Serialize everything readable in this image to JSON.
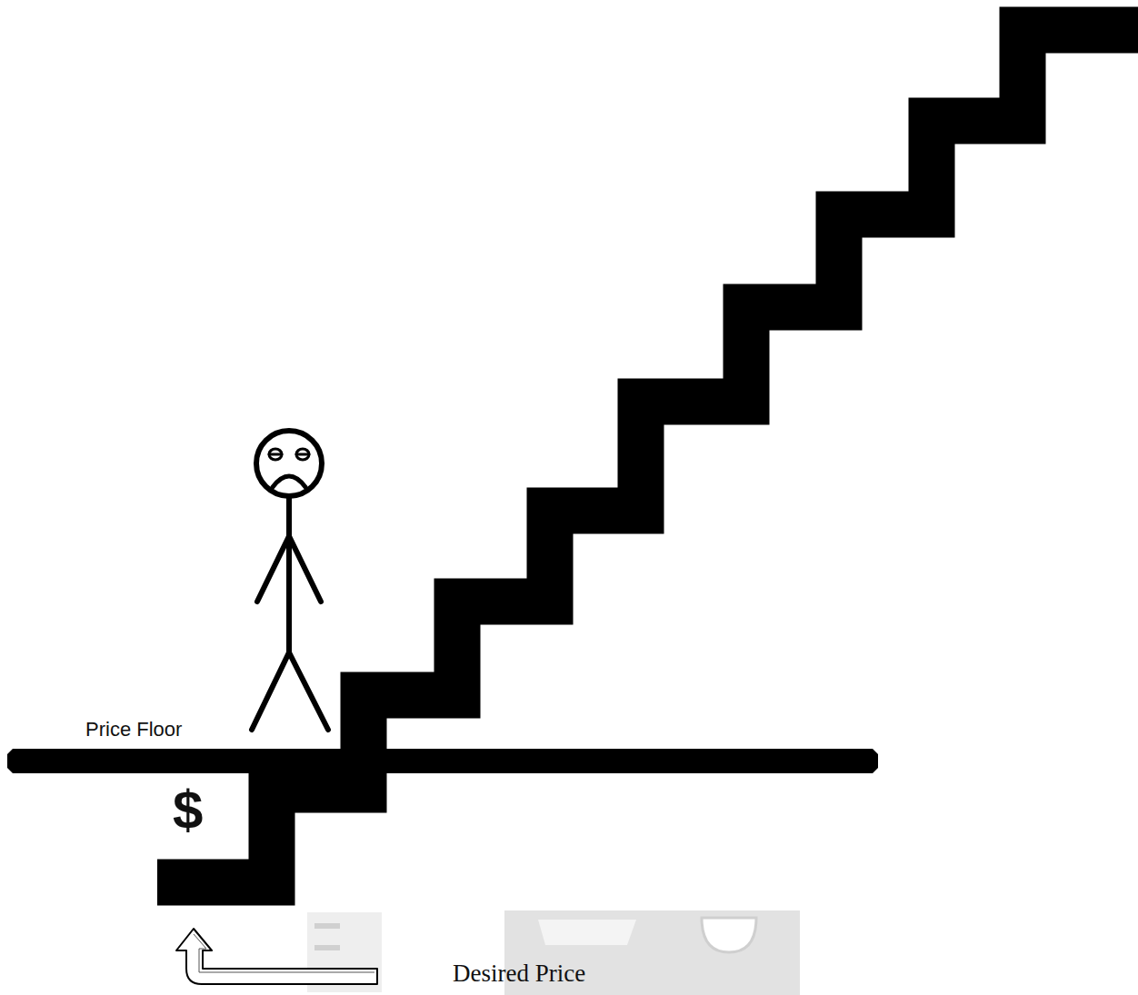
{
  "diagram": {
    "labels": [
      "Price Floor",
      "$",
      "Desired Price"
    ]
  }
}
